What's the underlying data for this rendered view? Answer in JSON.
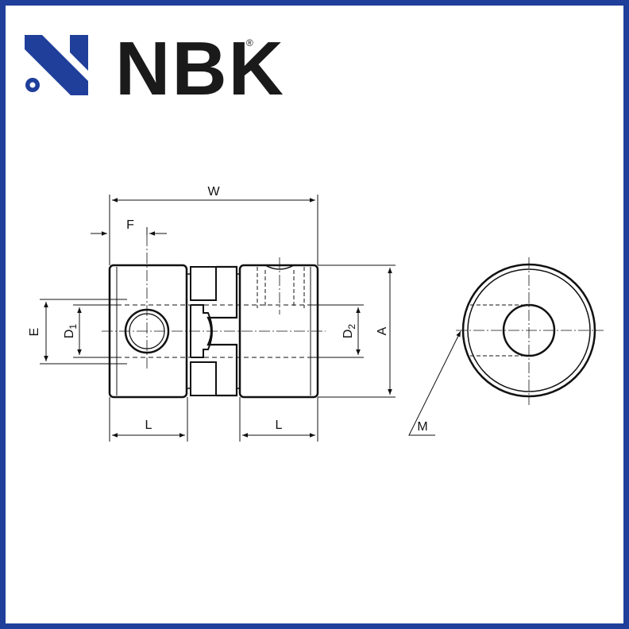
{
  "brand": {
    "name": "NBK",
    "registered_mark": "®"
  },
  "colors": {
    "frame": "#1f3f9a",
    "logo": "#1f3f9a",
    "line": "#111111"
  },
  "dimensions": {
    "W": "W",
    "F": "F",
    "E": "E",
    "D1": {
      "main": "D",
      "sub": "1"
    },
    "D2": {
      "main": "D",
      "sub": "2"
    },
    "A": "A",
    "L_left": "L",
    "L_right": "L",
    "M": "M"
  }
}
